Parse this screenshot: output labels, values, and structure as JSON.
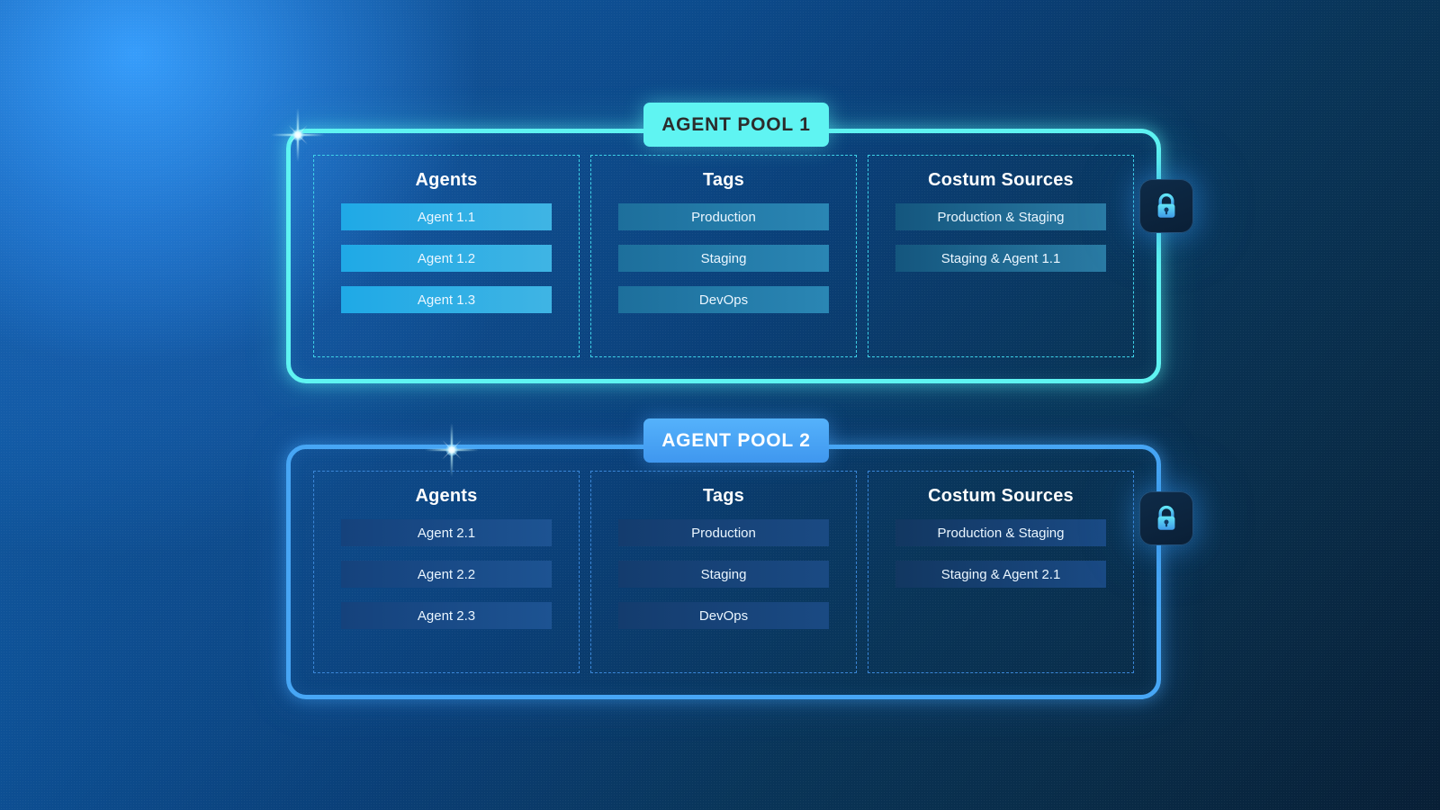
{
  "colors": {
    "pool1_accent": "#5ff4f2",
    "pool2_accent": "#47a6f5",
    "background_dark": "#0a2844",
    "background_glow": "#2f9bff",
    "badge1_text": "#2c2c2c",
    "badge2_text": "#ffffff",
    "lock_icon": "#4fc8f5"
  },
  "pools": [
    {
      "id": "agent-pool-1",
      "title": "AGENT POOL 1",
      "lock_icon": "lock-icon",
      "columns": [
        {
          "key": "agents",
          "title": "Agents",
          "items": [
            "Agent 1.1",
            "Agent 1.2",
            "Agent 1.3"
          ]
        },
        {
          "key": "tags",
          "title": "Tags",
          "items": [
            "Production",
            "Staging",
            "DevOps"
          ]
        },
        {
          "key": "sources",
          "title": "Costum Sources",
          "items": [
            "Production & Staging",
            "Staging & Agent 1.1"
          ]
        }
      ]
    },
    {
      "id": "agent-pool-2",
      "title": "AGENT POOL 2",
      "lock_icon": "lock-icon",
      "columns": [
        {
          "key": "agents",
          "title": "Agents",
          "items": [
            "Agent 2.1",
            "Agent 2.2",
            "Agent 2.3"
          ]
        },
        {
          "key": "tags",
          "title": "Tags",
          "items": [
            "Production",
            "Staging",
            "DevOps"
          ]
        },
        {
          "key": "sources",
          "title": "Costum Sources",
          "items": [
            "Production & Staging",
            "Staging & Agent 2.1"
          ]
        }
      ]
    }
  ]
}
